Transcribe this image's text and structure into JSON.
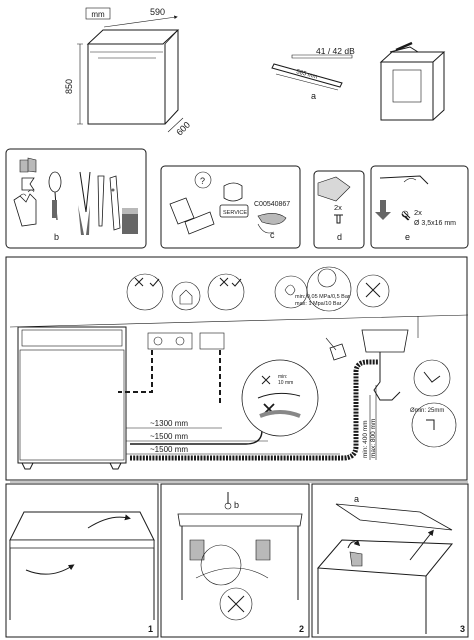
{
  "dimensions": {
    "unit": "mm",
    "width": "590",
    "height": "850",
    "depth": "600"
  },
  "noise": {
    "level": "41 / 42 dB",
    "strip_length": "585 mm",
    "label": "a"
  },
  "tools": {
    "label": "b"
  },
  "kit": {
    "code": "C00540867",
    "service": "SERVICE",
    "help": "?",
    "label": "c"
  },
  "parts_d": {
    "qty": "2x",
    "label": "d"
  },
  "parts_e": {
    "qty": "2x",
    "spec": "Ø 3,5x16 mm",
    "label": "e"
  },
  "install": {
    "water_pressure_min": "min: 0,05 MPa/0,5 Bar",
    "water_pressure_max": "max: 1 Mpa/10 Bar",
    "gap_label": "min:",
    "gap_value": "10 mm",
    "distance_1": "~1300 mm",
    "distance_2": "~1500 mm",
    "distance_3": "~1500 mm",
    "drain_min": "min: 400 mm",
    "drain_max": "max: 800 mm",
    "siphon_min": "Ømin: 25mm"
  },
  "steps": [
    {
      "number": "1"
    },
    {
      "number": "2",
      "label": "b"
    },
    {
      "number": "3",
      "label": "a"
    }
  ]
}
